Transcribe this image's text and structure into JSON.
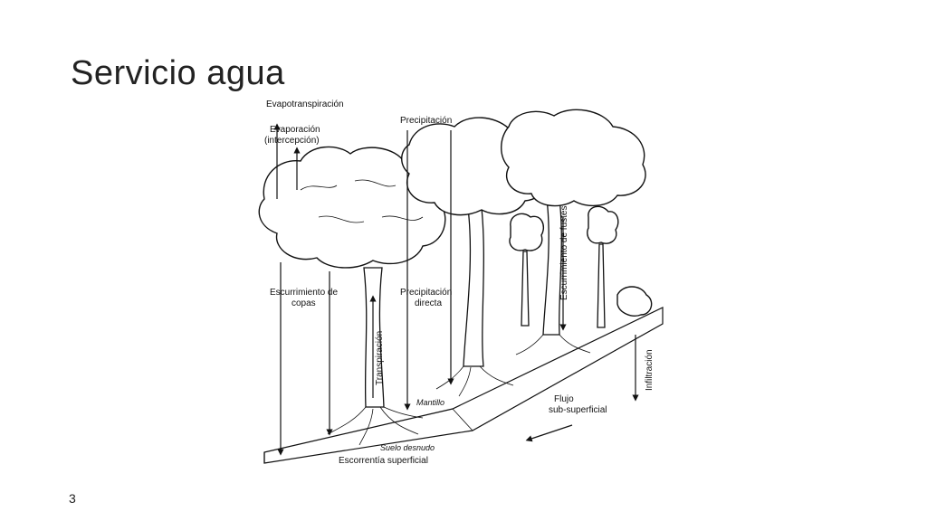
{
  "slide": {
    "title": "Servicio agua",
    "page_number": "3"
  },
  "diagram": {
    "labels": {
      "evapotranspiracion": "Evapotranspiración",
      "evaporacion_1": "Evaporación",
      "evaporacion_2": "(intercepción)",
      "precipitacion": "Precipitación",
      "escurrimiento_copas_1": "Escurrimiento de",
      "escurrimiento_copas_2": "copas",
      "precipitacion_directa_1": "Precipitación",
      "precipitacion_directa_2": "directa",
      "escurrimiento_fustes": "Escurrimiento de fustes",
      "transpiracion": "Transpiración",
      "infiltracion": "Infiltración",
      "mantillo": "Mantillo",
      "flujo_1": "Flujo",
      "flujo_2": "sub-superficial",
      "suelo_desnudo": "Suelo desnudo",
      "escorrentia": "Escorrentía superficial"
    }
  }
}
